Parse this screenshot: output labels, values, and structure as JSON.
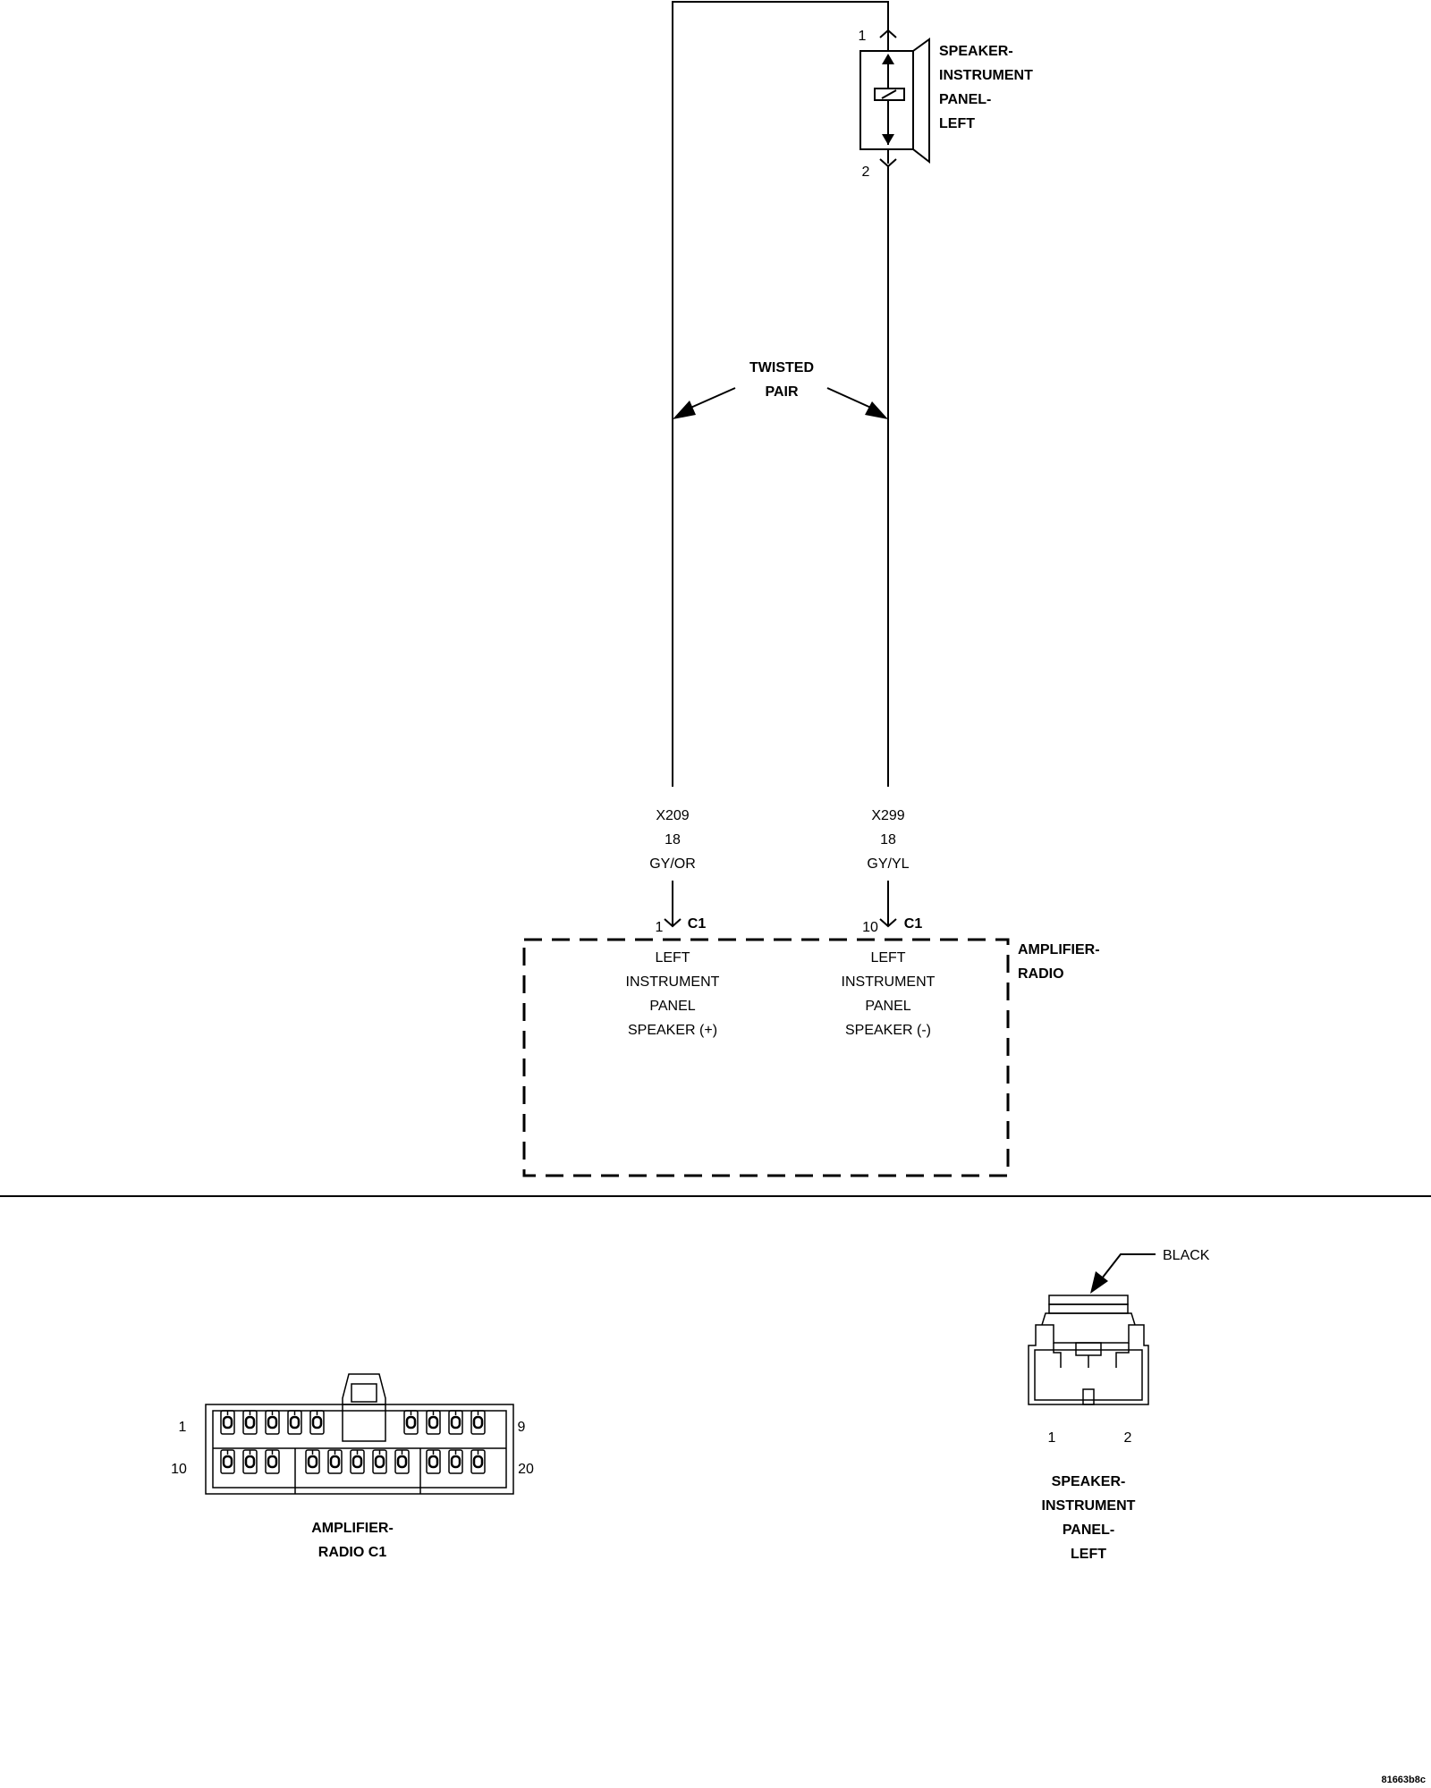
{
  "speaker_component": {
    "label_lines": [
      "SPEAKER-",
      "INSTRUMENT",
      "PANEL-",
      "LEFT"
    ],
    "pin_top": "1",
    "pin_bottom": "2"
  },
  "twisted_pair": {
    "label_lines": [
      "TWISTED",
      "PAIR"
    ]
  },
  "wires": [
    {
      "circuit": "X209",
      "gauge": "18",
      "color": "GY/OR",
      "pin": "1",
      "connector": "C1",
      "function_lines": [
        "LEFT",
        "INSTRUMENT",
        "PANEL",
        "SPEAKER (+)"
      ]
    },
    {
      "circuit": "X299",
      "gauge": "18",
      "color": "GY/YL",
      "pin": "10",
      "connector": "C1",
      "function_lines": [
        "LEFT",
        "INSTRUMENT",
        "PANEL",
        "SPEAKER (-)"
      ]
    }
  ],
  "amplifier_component": {
    "label_lines": [
      "AMPLIFIER-",
      "RADIO"
    ]
  },
  "amp_connector_view": {
    "pin_labels": {
      "top_left": "1",
      "top_right": "9",
      "bottom_left": "10",
      "bottom_right": "20"
    },
    "label_lines": [
      "AMPLIFIER-",
      "RADIO C1"
    ]
  },
  "speaker_connector_view": {
    "color_label": "BLACK",
    "pin_labels": [
      "1",
      "2"
    ],
    "label_lines": [
      "SPEAKER-",
      "INSTRUMENT",
      "PANEL-",
      "LEFT"
    ]
  },
  "figure_id": "81663b8c"
}
